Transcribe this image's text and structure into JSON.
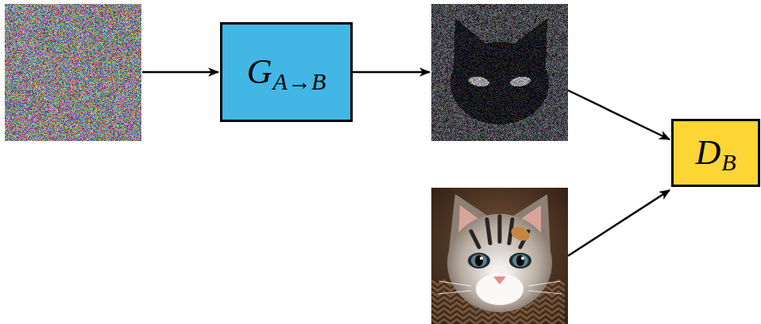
{
  "diagram": {
    "nodes": [
      {
        "text": [
          "G",
          "A→B"
        ]
      },
      {
        "text": [
          "D",
          "B"
        ]
      }
    ]
  }
}
